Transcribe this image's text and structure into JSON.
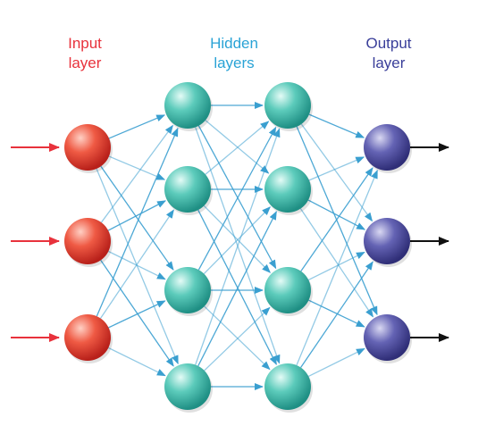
{
  "labels": {
    "input": [
      "Input",
      "layer"
    ],
    "hidden": [
      "Hidden",
      "layers"
    ],
    "output": [
      "Output",
      "layer"
    ]
  },
  "colors": {
    "input_label": "#e8323c",
    "hidden_label": "#2aa3d6",
    "output_label": "#3a3f9a",
    "input_node": "#e8463a",
    "hidden_node": "#36b7a6",
    "output_node": "#4b4aa0",
    "edge": "#3a9fd0",
    "input_arrow": "#e8323c",
    "output_arrow": "#111111"
  },
  "network": {
    "layers": [
      {
        "name": "input",
        "nodes": 3
      },
      {
        "name": "hidden-1",
        "nodes": 4
      },
      {
        "name": "hidden-2",
        "nodes": 4
      },
      {
        "name": "output",
        "nodes": 3
      }
    ],
    "fully_connected": true
  }
}
